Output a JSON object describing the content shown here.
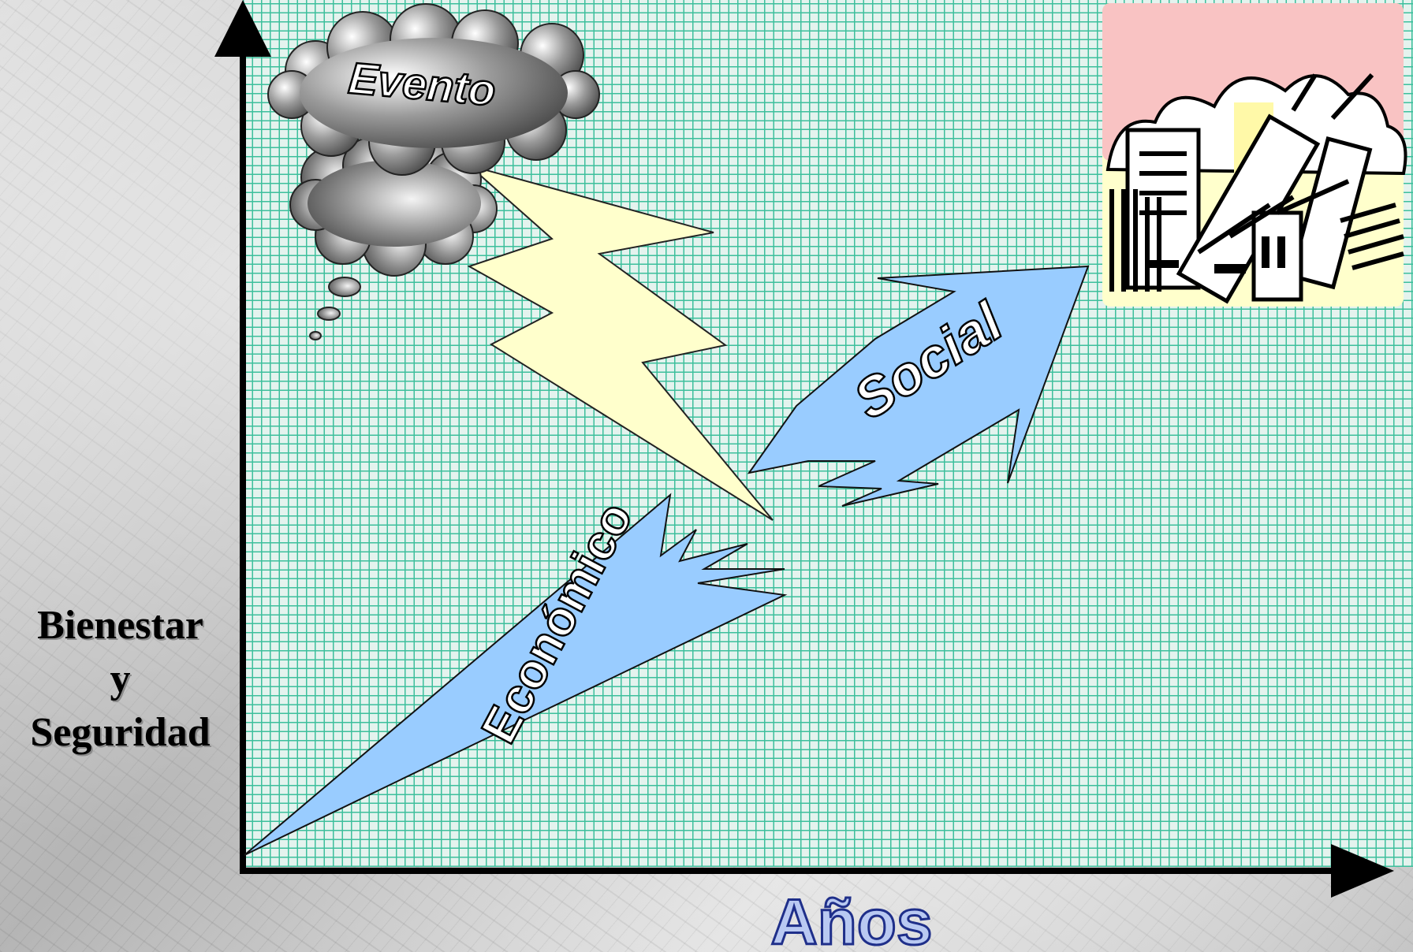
{
  "diagram": {
    "y_axis_label": [
      "Bienestar",
      "y",
      "Seguridad"
    ],
    "x_axis_label": "Años",
    "cloud_label": "Evento",
    "arrow_economic_label": "Económico",
    "arrow_social_label": "Social"
  },
  "colors": {
    "grid_bg": "#e4f3ee",
    "grid_lines": "#3dbf9c",
    "arrow_fill": "#99ccff",
    "lightning_fill": "#ffffcc",
    "city_sky": "#f9c3c3",
    "city_ground": "#ffffcc"
  }
}
